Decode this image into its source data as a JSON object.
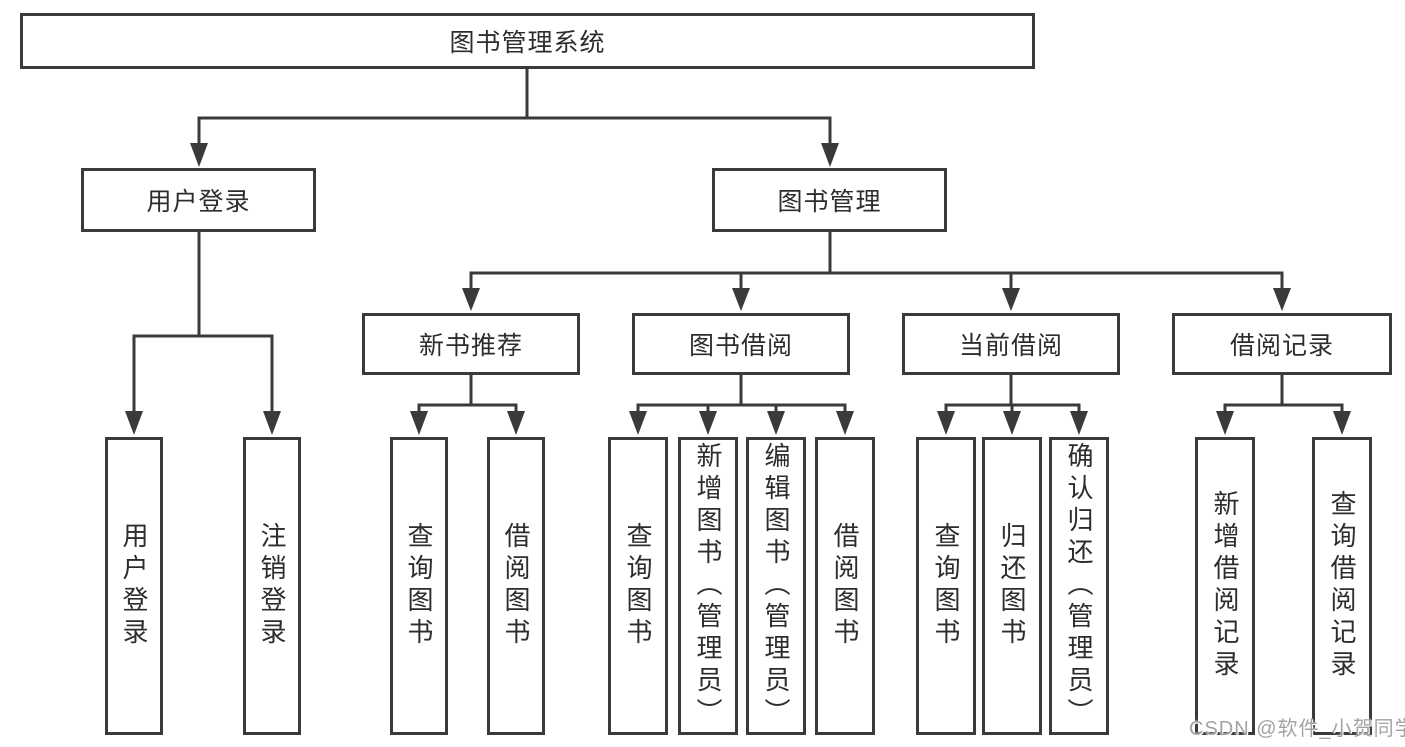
{
  "diagram": {
    "root": "图书管理系统",
    "branches": [
      {
        "label": "用户登录",
        "children": [
          "用户登录",
          "注销登录"
        ]
      },
      {
        "label": "图书管理",
        "groups": [
          {
            "label": "新书推荐",
            "children": [
              "查询图书",
              "借阅图书"
            ]
          },
          {
            "label": "图书借阅",
            "children": [
              "查询图书",
              "新增图书（管理员）",
              "编辑图书（管理员）",
              "借阅图书"
            ]
          },
          {
            "label": "当前借阅",
            "children": [
              "查询图书",
              "归还图书",
              "确认归还（管理员）"
            ]
          },
          {
            "label": "借阅记录",
            "children": [
              "新增借阅记录",
              "查询借阅记录"
            ]
          }
        ]
      }
    ]
  },
  "watermark": "CSDN @软件_小贺同学",
  "colors": {
    "line": "#3a3a3a",
    "box_border": "#3a3a3a",
    "text": "#2d2d2d",
    "background": "#ffffff",
    "watermark": "#a3a3a3"
  }
}
